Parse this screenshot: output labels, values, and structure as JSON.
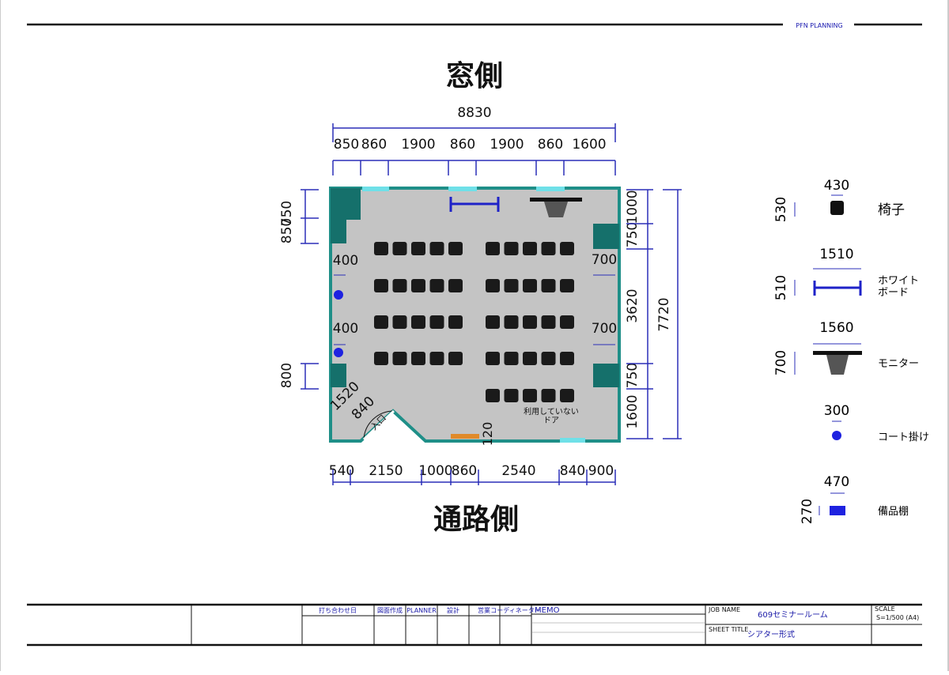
{
  "header": {
    "brand": "PFN PLANNING"
  },
  "plan": {
    "top_label": "窓側",
    "bottom_label": "通路側",
    "total_width": "8830",
    "top_segments": [
      "850",
      "860",
      "1900",
      "860",
      "1900",
      "860",
      "1600"
    ],
    "bottom_segments": [
      "540",
      "2150",
      "1000",
      "860",
      "2540",
      "840",
      "900"
    ],
    "left_top_a": "750",
    "left_top_b": "850",
    "left_bottom": "800",
    "left_hanger_1": "400",
    "left_hanger_2": "400",
    "right_segments": [
      "1000",
      "750",
      "3620",
      "750",
      "1600"
    ],
    "right_total": "7720",
    "right_inner_1": "700",
    "right_inner_2": "700",
    "entrance_diag_1520": "1520",
    "entrance_diag_840": "840",
    "entrance_label": "入口",
    "bottom_120": "120",
    "unused_door_line1": "利用していない",
    "unused_door_line2": "ドア",
    "seat_rows": 4,
    "seats_per_block": 5,
    "back_row_seats": 5
  },
  "legend": {
    "items": [
      {
        "w": "430",
        "h": "530",
        "label": "椅子"
      },
      {
        "w": "1510",
        "h": "510",
        "label": "ホワイト\nボード"
      },
      {
        "w": "1560",
        "h": "700",
        "label": "モニター"
      },
      {
        "w": "300",
        "h": "",
        "label": "コート掛け"
      },
      {
        "w": "470",
        "h": "270",
        "label": "備品棚"
      }
    ]
  },
  "title_block": {
    "headers": [
      "打ち合わせ日",
      "図面作成",
      "PLANNER",
      "設計",
      "営業",
      "コーディネーター"
    ],
    "memo": "MEMO",
    "job_name_label": "JOB NAME",
    "job_name": "609セミナールーム",
    "sheet_title_label": "SHEET TITLE",
    "sheet_title": "シアター形式",
    "scale_label": "SCALE",
    "scale_value": "S=1/500 (A4)"
  },
  "colors": {
    "wall": "#1f8f88",
    "wall_dark": "#15706b",
    "floor": "#c4c4c4",
    "seat": "#1a1a1a",
    "dim_line": "#2b2fb8",
    "window": "#6fe0e8",
    "door_orange": "#e08a2a",
    "whiteboard": "#1e22c8",
    "hanger": "#1e22e0"
  }
}
